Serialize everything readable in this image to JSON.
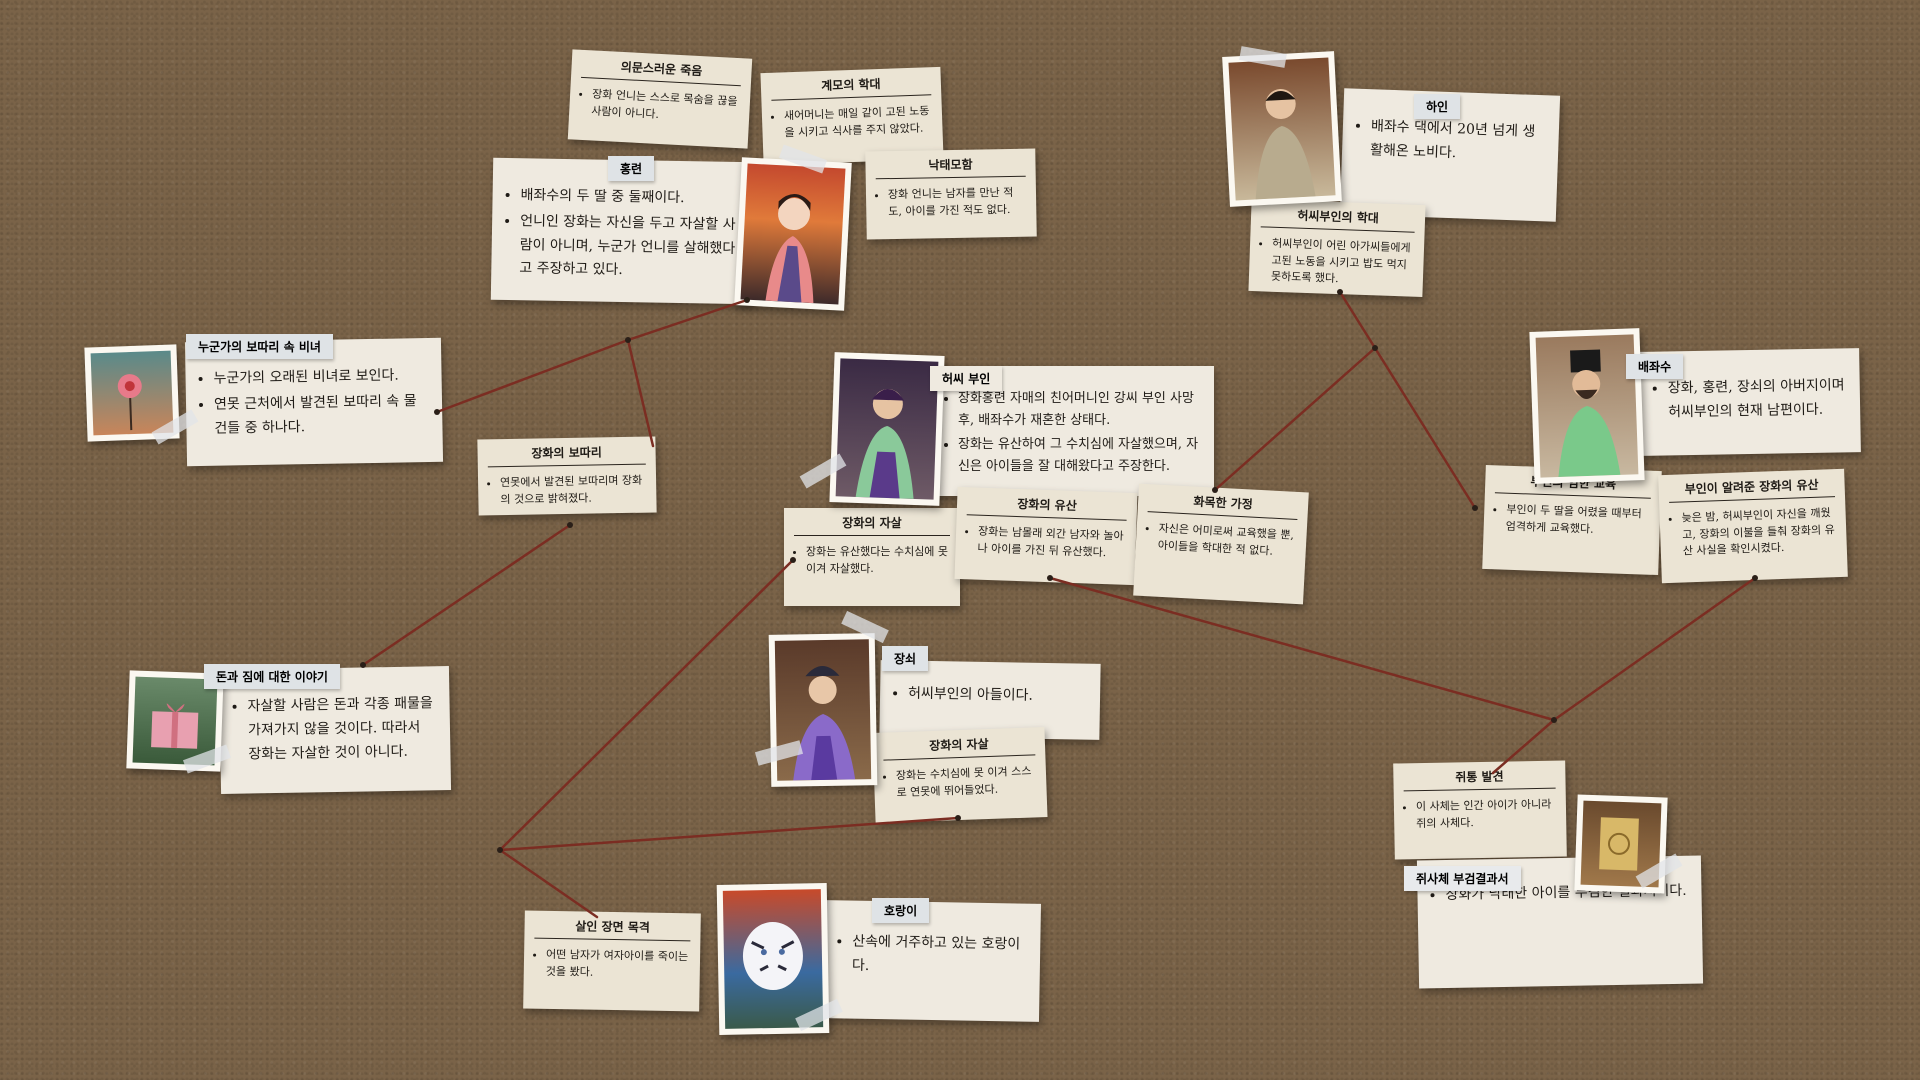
{
  "cards": {
    "uisim": {
      "title": "의문스러운 죽음",
      "items": [
        "장화 언니는 스스로 목숨을 끊을 사람이 아니다."
      ]
    },
    "gyemo": {
      "title": "계모의 학대",
      "items": [
        "새어머니는 매일 같이 고된 노동을 시키고 식사를 주지 않았다."
      ]
    },
    "hongryeon": {
      "title": "홍련",
      "items": [
        "배좌수의 두 딸 중 둘째이다.",
        "언니인 장화는 자신을 두고 자살할 사람이 아니며, 누군가 언니를 살해했다고 주장하고 있다."
      ]
    },
    "nakdae": {
      "title": "낙태모함",
      "items": [
        "장화 언니는 남자를 만난 적도, 아이를 가진 적도 없다."
      ]
    },
    "hain": {
      "title": "하인",
      "items": [
        "배좌수 댁에서 20년 넘게 생활해온 노비다."
      ]
    },
    "heossi_hakdae": {
      "title": "허씨부인의 학대",
      "items": [
        "허씨부인이 어린 아가씨들에게 고된 노동을 시키고 밥도 먹지 못하도록 했다."
      ]
    },
    "bottari_binyeo": {
      "title": "누군가의 보따리 속 비녀",
      "items": [
        "누군가의 오래된 비녀로 보인다.",
        "연못 근처에서 발견된 보따리 속 물건들 중 하나다."
      ]
    },
    "bottari": {
      "title": "장화의 보따리",
      "items": [
        "연못에서 발견된 보따리며 장화의 것으로 밝혀졌다."
      ]
    },
    "heossi": {
      "title": "허씨 부인",
      "items": [
        "장화홍련 자매의 친어머니인 강씨 부인 사망 후, 배좌수가 재혼한 상태다.",
        "장화는 유산하여 그 수치심에 자살했으며, 자신은 아이들을 잘 대해왔다고 주장한다."
      ]
    },
    "baejwasu": {
      "title": "배좌수",
      "items": [
        "장화, 홍련, 장쇠의 아버지이며 허씨부인의 현재 남편이다."
      ]
    },
    "jasal1": {
      "title": "장화의 자살",
      "items": [
        "장화는 유산했다는 수치심에 못 이겨 자살했다."
      ]
    },
    "yusan": {
      "title": "장화의 유산",
      "items": [
        "장화는 남몰래 외간 남자와 놀아나 아이를 가진 뒤 유산했다."
      ]
    },
    "hwamok": {
      "title": "화목한 가정",
      "items": [
        "자신은 어미로써 교육했을 뿐, 아이들을 학대한 적 없다."
      ]
    },
    "eomhan": {
      "title": "부인의 엄한 교육",
      "items": [
        "부인이 두 딸을 어렸을 때부터 엄격하게 교육했다."
      ]
    },
    "allyeojun": {
      "title": "부인이 알려준 장화의 유산",
      "items": [
        "늦은 밤, 허씨부인이 자신을 깨웠고, 장화의 이불을 들춰 장화의 유산 사실을 확인시켰다."
      ]
    },
    "donjim": {
      "title": "돈과 짐에 대한 이야기",
      "items": [
        "자살할 사람은 돈과 각종 패물을 가져가지 않을 것이다. 따라서 장화는 자살한 것이 아니다."
      ]
    },
    "jangsoe": {
      "title": "장쇠",
      "items": [
        "허씨부인의 아들이다."
      ]
    },
    "jasal2": {
      "title": "장화의 자살",
      "items": [
        "장화는 수치심에 못 이겨 스스로 연못에 뛰어들었다."
      ]
    },
    "jwitong": {
      "title": "쥐통 발견",
      "items": [
        "이 사체는 인간 아이가 아니라 쥐의 사체다."
      ]
    },
    "jwisache": {
      "title": "쥐사체 부검결과서",
      "items": [
        "장화가 낙태한 아이를 부검한 결과서이다."
      ]
    },
    "sarin": {
      "title": "살인 장면 목격",
      "items": [
        "어떤 남자가 여자아이를 죽이는 것을 봤다."
      ]
    },
    "horangi": {
      "title": "호랑이",
      "items": [
        "산속에 거주하고 있는 호랑이다."
      ]
    }
  },
  "photos": {
    "binyeo": "hairpin-flower-photo",
    "hongryeon": "hongryeon-portrait",
    "hain": "servant-portrait",
    "heossi": "lady-heo-portrait",
    "baejwasu": "bae-jwasu-portrait",
    "gift": "pink-gift-box-photo",
    "jangsoe": "jangsoe-portrait",
    "document": "autopsy-document-photo",
    "tiger": "white-tiger-portrait"
  },
  "colors": {
    "board": "#7a6348",
    "string": "#7b2d22",
    "paper": "#efeae0",
    "tag": "#dfe3e6"
  }
}
